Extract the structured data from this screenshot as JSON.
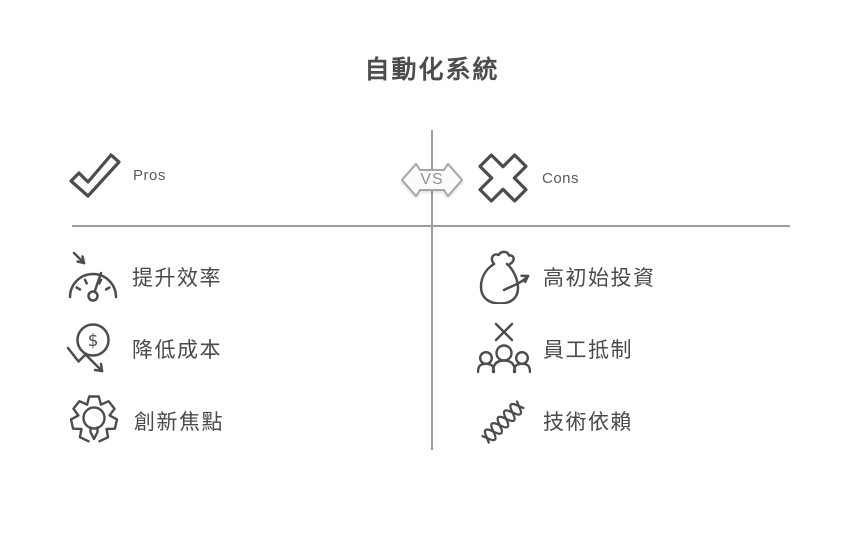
{
  "title": "自動化系統",
  "header": {
    "pros": {
      "label": "Pros",
      "icon": "checkmark"
    },
    "vs_label": "VS",
    "cons": {
      "label": "Cons",
      "icon": "cross"
    }
  },
  "pros_items": [
    {
      "label": "提升效率",
      "icon": "speedometer"
    },
    {
      "label": "降低成本",
      "icon": "dollar-decrease"
    },
    {
      "label": "創新焦點",
      "icon": "gear-lightbulb"
    }
  ],
  "cons_items": [
    {
      "label": "高初始投資",
      "icon": "money-bag"
    },
    {
      "label": "員工抵制",
      "icon": "people-cross"
    },
    {
      "label": "技術依賴",
      "icon": "dna-chain"
    }
  ],
  "colors": {
    "title": "#4d4d4d",
    "text": "#4a4a4a",
    "label": "#5a5a5a",
    "icon": "#4d4d4d",
    "line": "#9e9e9e",
    "badge_fill": "#fbfbfb",
    "badge_stroke": "#a6a6a6",
    "vs_text": "#939393"
  }
}
